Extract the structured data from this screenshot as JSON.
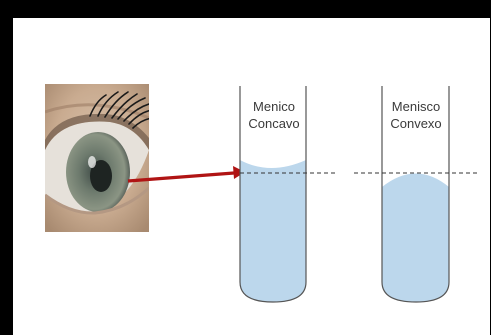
{
  "tubes": [
    {
      "line1": "Menico",
      "line2": "Concavo",
      "meniscus": "concave"
    },
    {
      "line1": "Menisco",
      "line2": "Convexo",
      "meniscus": "convex"
    }
  ],
  "colors": {
    "liquid": "#bcd7ec",
    "arrow": "#b01414",
    "tube_outline": "#555555",
    "dashed_line": "#333333",
    "frame": "#000000"
  },
  "icons": {
    "eye": "eye-photo-icon",
    "arrow": "arrow-right-icon"
  }
}
